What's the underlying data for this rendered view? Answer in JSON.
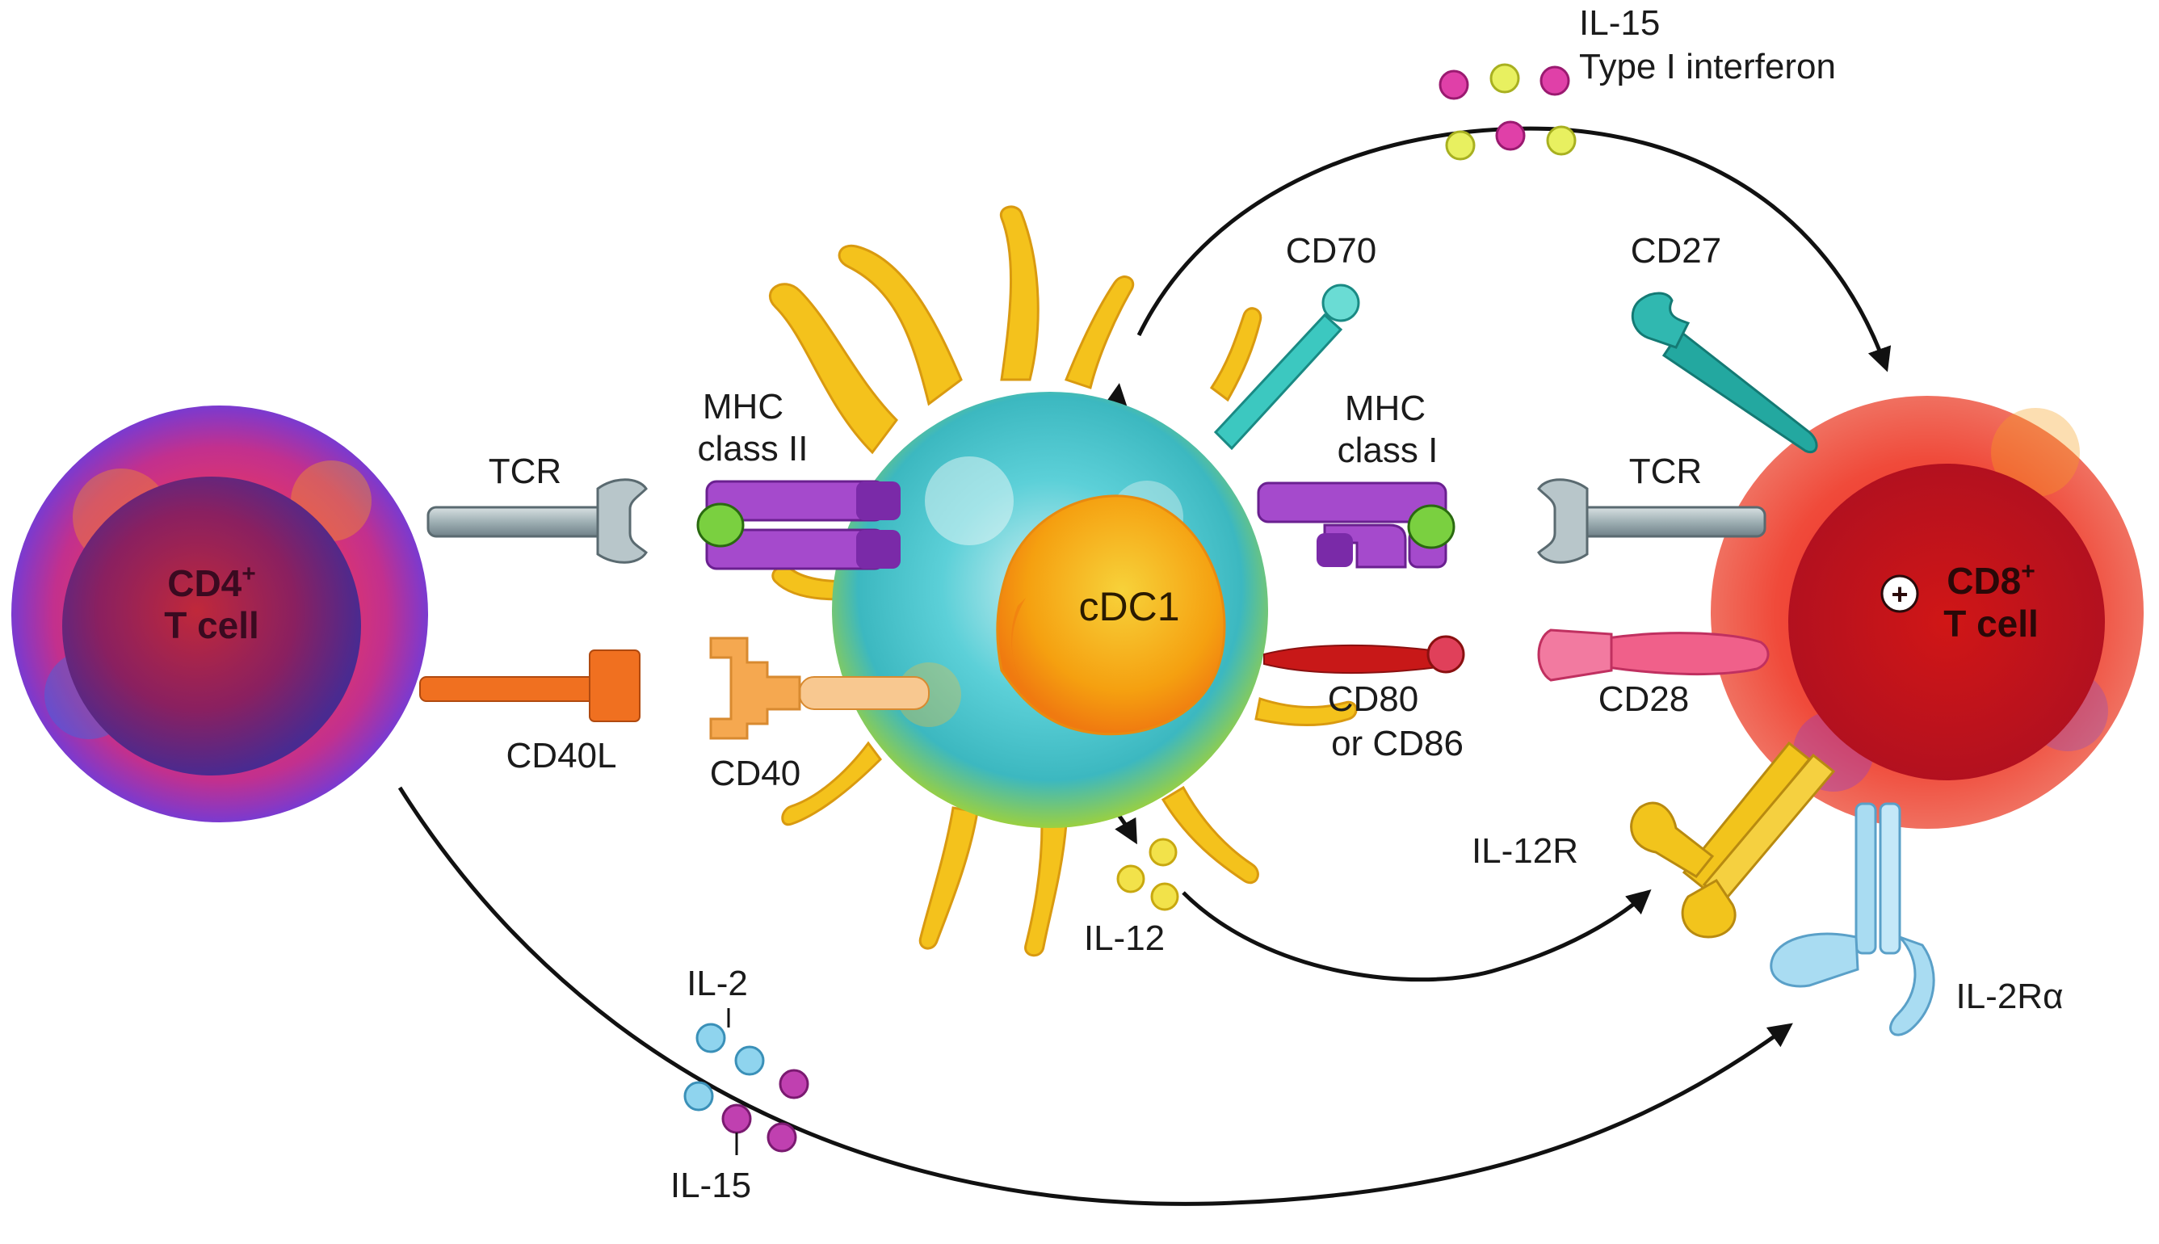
{
  "cells": {
    "cd4": {
      "line1": "CD4",
      "sup": "+",
      "line2": "T cell"
    },
    "cd8": {
      "line1": "CD8",
      "sup": "+",
      "line2": "T cell",
      "plus_symbol": "+"
    },
    "cdc1": {
      "label": "cDC1"
    }
  },
  "labels": {
    "tcr_left": "TCR",
    "tcr_right": "TCR",
    "mhc2_line1": "MHC",
    "mhc2_line2": "class II",
    "mhc1_line1": "MHC",
    "mhc1_line2": "class I",
    "cd40l": "CD40L",
    "cd40": "CD40",
    "cd70": "CD70",
    "cd27": "CD27",
    "cd28": "CD28",
    "cd80_line1": "CD80",
    "cd80_line2": "or CD86",
    "il12": "IL-12",
    "il12r": "IL-12R",
    "il2ra": "IL-2Rα",
    "il2": "IL-2",
    "il15_bottom": "IL-15",
    "il15_top": "IL-15",
    "type1_ifn": "Type I interferon"
  },
  "colors": {
    "cd4_outer": "#c2308e",
    "cd4_inner": "#6a1f7a",
    "cd8_outer": "#f04a3a",
    "cd8_inner": "#c81818",
    "cdc1_body": "#3cc4c8",
    "cdc1_nucleus": "#f59a10",
    "dendrite": "#f4c21c",
    "mhc": "#9a3cc0",
    "tcr": "#9fb0b4",
    "cd40l": "#f07020",
    "cd40": "#f5a850",
    "cd70": "#3cc8c0",
    "cd27": "#23a8a0",
    "cd28": "#f0608a",
    "cd80": "#c81818",
    "il12": "#f2e24a",
    "il12r": "#f2c41c",
    "il2ra": "#a9dcf2",
    "il2": "#8fd4ee",
    "il15": "#c040b0",
    "ifn_yellow": "#e8f060",
    "ifn_pink": "#e040a8"
  }
}
